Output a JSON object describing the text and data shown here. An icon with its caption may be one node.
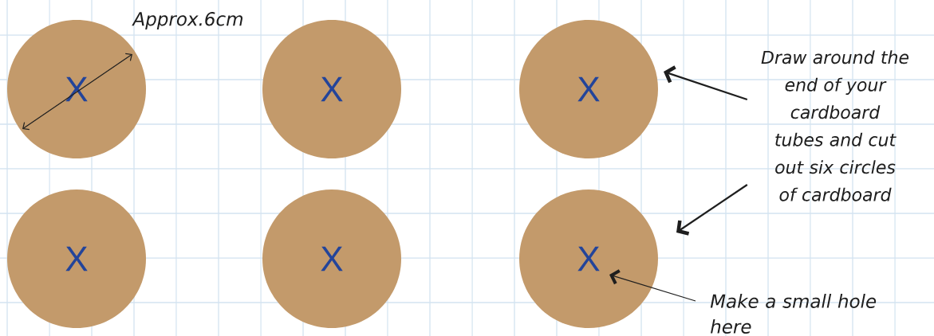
{
  "diagram": {
    "nodes": [
      {
        "text": [
          "X"
        ]
      },
      {
        "text": [
          "X"
        ]
      },
      {
        "text": [
          "X"
        ]
      },
      {
        "text": [
          "X"
        ]
      },
      {
        "text": [
          "X"
        ]
      },
      {
        "text": [
          "X"
        ]
      },
      {
        "text": [
          "Draw around the end of your cardboard tubes and cut out six circles of cardboard"
        ]
      },
      {
        "text": [
          "Make a small hole here"
        ]
      }
    ],
    "edges": [
      {
        "from": 6,
        "to": 2,
        "arrow": "to"
      },
      {
        "from": 6,
        "to": 5,
        "arrow": "to"
      },
      {
        "from": 7,
        "to": 5,
        "arrow": "to"
      }
    ],
    "labels": [
      "Approx.6cm"
    ]
  }
}
